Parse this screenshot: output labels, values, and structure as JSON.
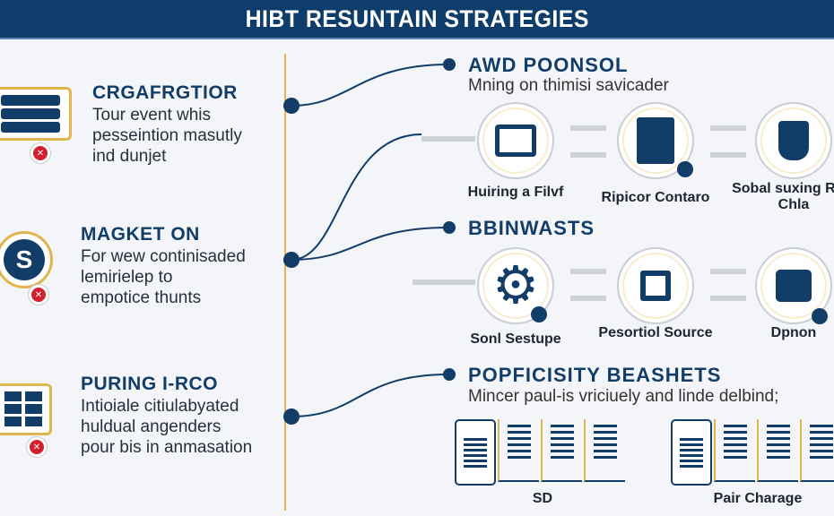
{
  "header": {
    "title": "HIBT RESUNTAIN STRATEGIES"
  },
  "left_sections": [
    {
      "title": "CRGAFRGTIOR",
      "lines": [
        "Tour event whis",
        "pesseintion masutly",
        "ind dunjet"
      ],
      "icon": "server-stack-icon"
    },
    {
      "title": "MAGKET ON",
      "lines": [
        "For wew continisaded",
        "lemirielep to",
        "empotice thunts"
      ],
      "icon": "s-badge-icon"
    },
    {
      "title": "PURING I-RCO",
      "lines": [
        "Intioiale citiulabyated",
        "huldual angenders",
        "pour bis in anmasation"
      ],
      "icon": "file-cabinet-icon"
    }
  ],
  "right_sections": [
    {
      "title": "AWD POONSOL",
      "desc": "Mning on thimisi savicader",
      "items": [
        {
          "label": "Huiring a Filvf",
          "icon": "monitor-icon"
        },
        {
          "label": "Ripicor Contaro",
          "icon": "server-icon"
        },
        {
          "label": "Sobal suxing RCP Chla",
          "icon": "bag-icon"
        }
      ]
    },
    {
      "title": "BBINWASTS",
      "items": [
        {
          "label": "Sonl Sestupe",
          "icon": "gear-icon"
        },
        {
          "label": "Pesortiol Source",
          "icon": "chip-icon"
        },
        {
          "label": "Dpnon",
          "icon": "briefcase-icon"
        }
      ]
    },
    {
      "title": "POPFICISITY BEASHETS",
      "desc": "Mincer paul-is vriciuely and linde delbind;",
      "groups": [
        {
          "label": "SD"
        },
        {
          "label": "Pair Charage"
        }
      ]
    }
  ],
  "colors": {
    "navy": "#123d68",
    "gold": "#e3b44c",
    "red": "#d2202f"
  }
}
